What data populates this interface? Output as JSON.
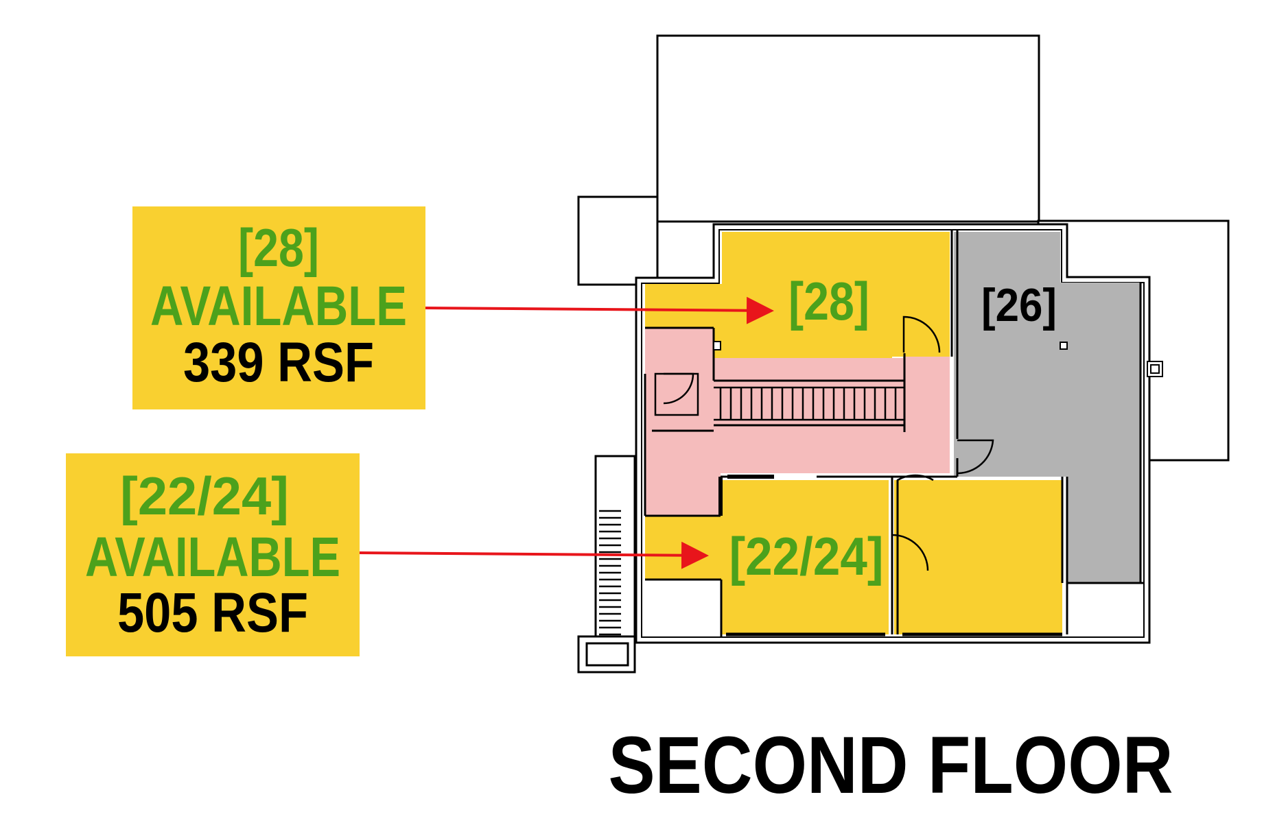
{
  "colors": {
    "available": "#f9d030",
    "occupied": "#b3b3b3",
    "circulation": "#f5bcbc",
    "arrow": "#e8151b",
    "label_green": "#4ca11c",
    "wall": "#000000"
  },
  "callouts": [
    {
      "unit": "[28]",
      "status": "AVAILABLE",
      "size": "339 RSF"
    },
    {
      "unit": "[22/24]",
      "status": "AVAILABLE",
      "size": "505 RSF"
    }
  ],
  "rooms": [
    {
      "label": "[28]",
      "state": "available"
    },
    {
      "label": "[22/24]",
      "state": "available"
    },
    {
      "label": "[26]",
      "state": "occupied"
    }
  ],
  "floor_title": "SECOND FLOOR",
  "icons": [
    "arrow-right-icon",
    "door-swing-icon",
    "stair-icon"
  ]
}
